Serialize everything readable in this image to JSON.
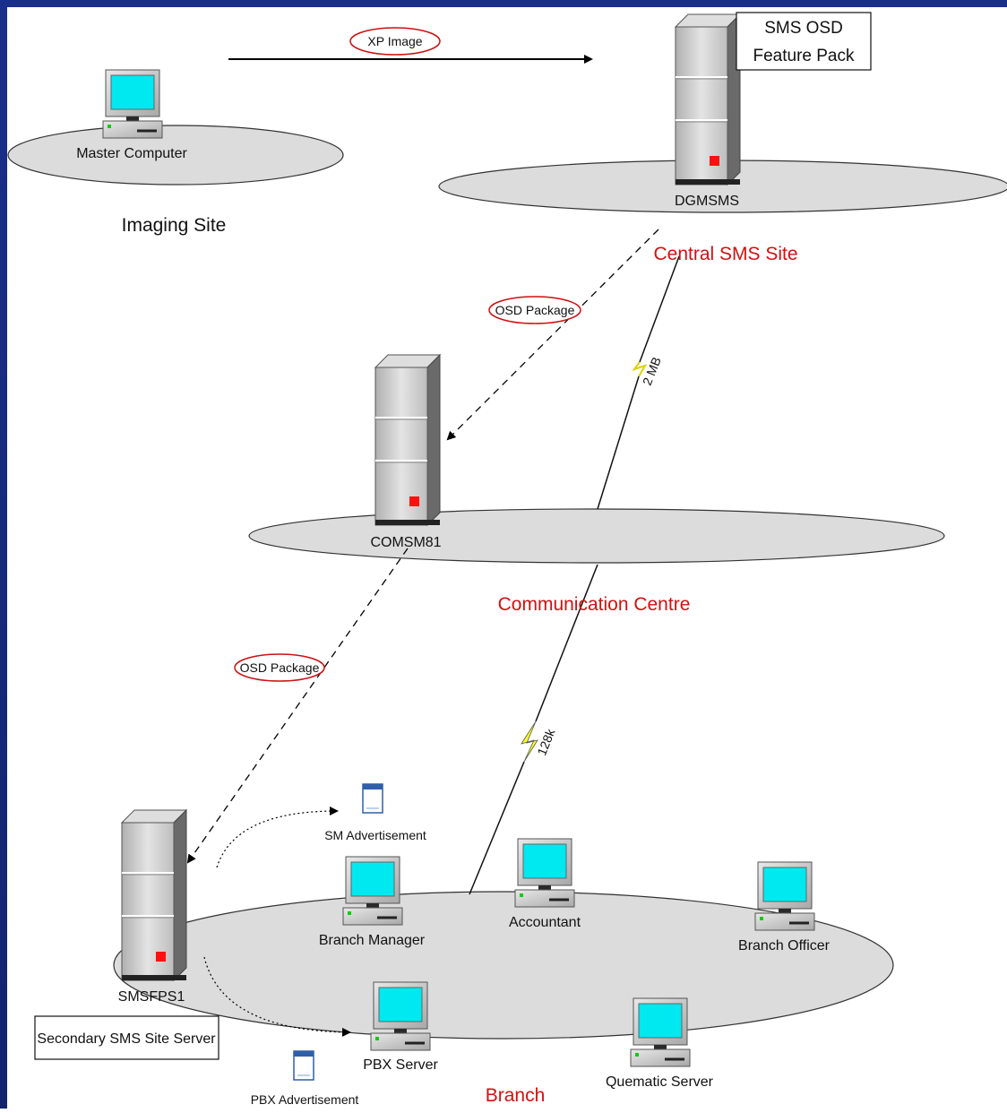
{
  "callouts": {
    "feature_pack_line1": "SMS OSD",
    "feature_pack_line2": "Feature Pack",
    "secondary_server": "Secondary SMS Site Server"
  },
  "flows": {
    "xp_image": "XP Image",
    "osd_package_1": "OSD Package",
    "osd_package_2": "OSD Package"
  },
  "links": {
    "link_2mb": "2 MB",
    "link_128k": "128k"
  },
  "sites": {
    "imaging": "Imaging Site",
    "central": "Central SMS Site",
    "communication": "Communication Centre",
    "branch": "Branch"
  },
  "devices": {
    "master_computer": "Master Computer",
    "dgmsms": "DGMSMS",
    "comsm81": "COMSM81",
    "smsfps1": "SMSFPS1",
    "branch_manager": "Branch Manager",
    "accountant": "Accountant",
    "branch_officer": "Branch Officer",
    "pbx_server": "PBX Server",
    "quematic_server": "Quematic Server"
  },
  "advertisements": {
    "sm": "SM Advertisement",
    "pbx": "PBX  Advertisement"
  },
  "colors": {
    "slide_blue": "#1a3a9a",
    "site_red": "#d21010",
    "ellipse_fill": "#dcdcdc",
    "screen_cyan": "#00e5ee",
    "lightning_yellow": "#ffff22",
    "server_gray": "#c8c8c8"
  }
}
